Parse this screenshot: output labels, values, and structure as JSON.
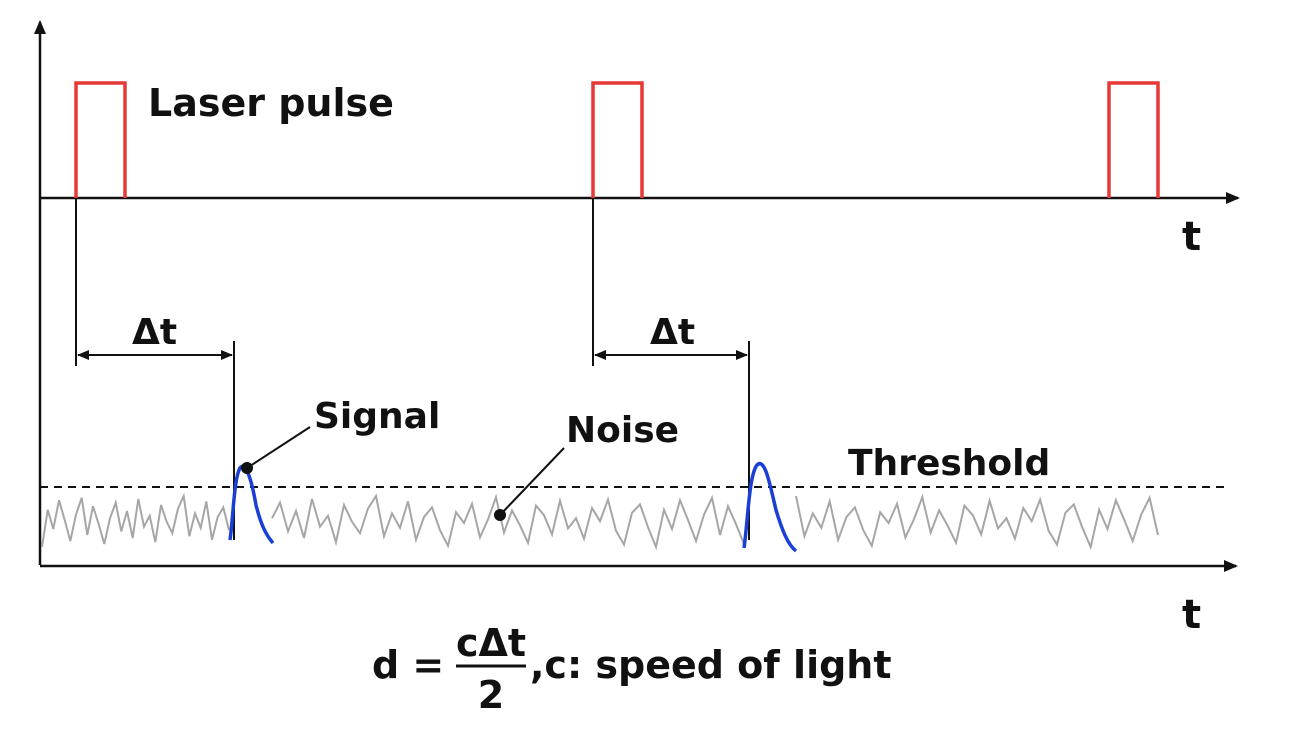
{
  "labels": {
    "laser_pulse": "Laser pulse",
    "time_axis_top": "t",
    "time_axis_bottom": "t",
    "delta_t_1": "Δt",
    "delta_t_2": "Δt",
    "signal": "Signal",
    "noise": "Noise",
    "threshold": "Threshold"
  },
  "formula": {
    "lhs": "d =",
    "numerator": "cΔt",
    "denominator": "2",
    "suffix": ",c: speed of light"
  },
  "colors": {
    "pulse": "#e53935",
    "signal": "#1a3fd6",
    "noise": "#a6a6a6",
    "axis": "#111111",
    "threshold": "#111111"
  },
  "noise_samples": [
    0.1,
    0.72,
    0.4,
    0.88,
    0.55,
    0.2,
    0.64,
    0.92,
    0.3,
    0.78,
    0.48,
    0.15,
    0.58,
    0.84,
    0.36,
    0.7,
    0.25,
    0.9,
    0.44,
    0.62,
    0.18,
    0.8,
    0.52,
    0.33,
    0.74,
    0.95,
    0.28,
    0.66,
    0.42,
    0.86,
    0.22,
    0.6,
    0.76,
    0.38,
    0.12,
    0.68,
    0.5,
    0.82,
    0.26,
    0.56,
    0.93,
    0.34,
    0.71,
    0.46,
    0.17,
    0.79,
    0.63,
    0.31,
    0.87,
    0.41,
    0.58,
    0.24,
    0.75,
    0.53,
    0.89,
    0.37,
    0.14,
    0.67,
    0.81,
    0.43
  ]
}
